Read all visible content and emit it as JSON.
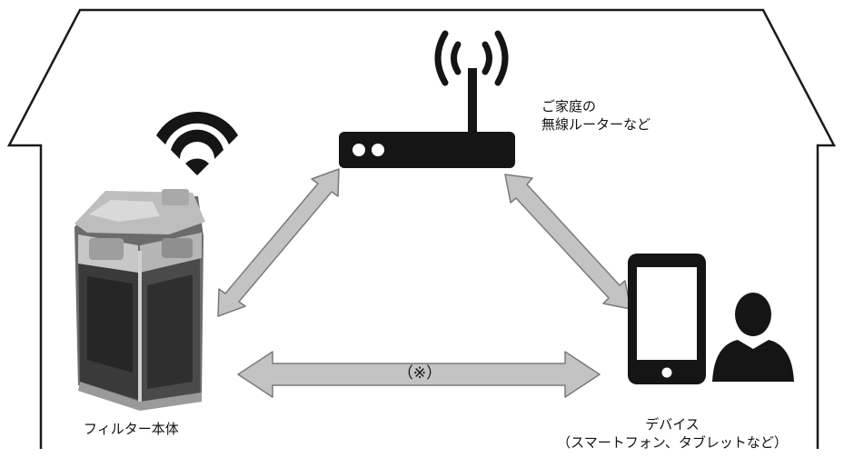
{
  "router_label": [
    "ご家庭の",
    "無線ルーターなど"
  ],
  "filter_label": "フィルター本体",
  "device_label": [
    "デバイス",
    "（スマートフォン、タブレットなど）"
  ],
  "direct_connection_label": "（※）",
  "colors": {
    "outline": "#1a1a1a",
    "arrow_fill": "#c3c3c3",
    "arrow_stroke": "#7a7a7a",
    "icon": "#151515"
  },
  "icons": [
    "house-outline",
    "wifi-icon",
    "router-icon",
    "filter-unit-image",
    "tablet-icon",
    "person-icon"
  ]
}
